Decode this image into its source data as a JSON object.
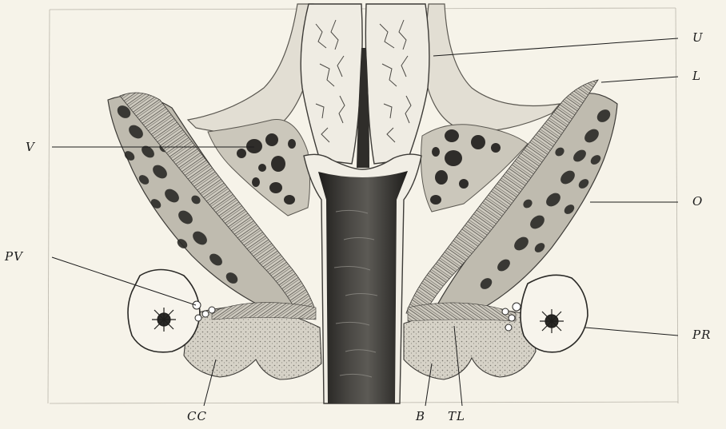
{
  "figure": {
    "description_free": true,
    "labels": {
      "U": "U",
      "L": "L",
      "V": "V",
      "O": "O",
      "PV": "PV",
      "PR": "PR",
      "CC": "CC",
      "B": "B",
      "TL": "TL"
    },
    "colors": {
      "paper": "#f6f3e9",
      "ink": "#1c1c1c",
      "tissue_light": "#d8d5cc",
      "tissue_mid": "#8a8780",
      "tissue_dark": "#2e2c29",
      "canal": "#3a3835"
    }
  }
}
